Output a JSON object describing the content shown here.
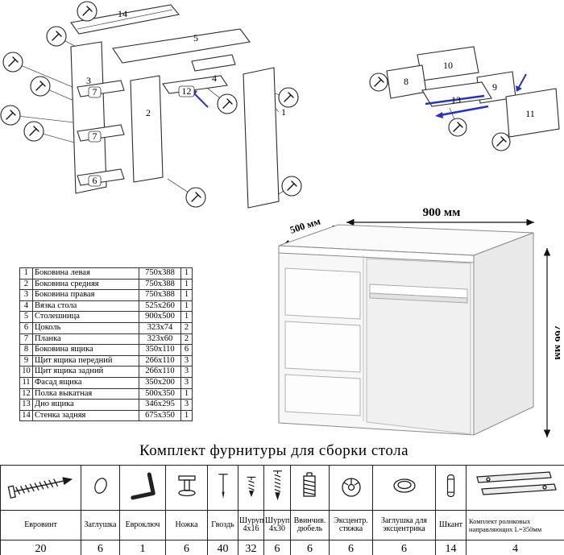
{
  "parts_table": {
    "rows": [
      {
        "num": "1",
        "name": "Боковина левая",
        "size": "750x388",
        "qty": "1"
      },
      {
        "num": "2",
        "name": "Боковина средняя",
        "size": "750x388",
        "qty": "1"
      },
      {
        "num": "3",
        "name": "Боковина правая",
        "size": "750x388",
        "qty": "1"
      },
      {
        "num": "4",
        "name": "Вязка стола",
        "size": "525x260",
        "qty": "1"
      },
      {
        "num": "5",
        "name": "Столешница",
        "size": "900x500",
        "qty": "1"
      },
      {
        "num": "6",
        "name": "Цоколь",
        "size": "323x74",
        "qty": "2"
      },
      {
        "num": "7",
        "name": "Планка",
        "size": "323x60",
        "qty": "2"
      },
      {
        "num": "8",
        "name": "Боковина ящика",
        "size": "350x110",
        "qty": "6"
      },
      {
        "num": "9",
        "name": "Щит ящика передний",
        "size": "266x110",
        "qty": "3"
      },
      {
        "num": "10",
        "name": "Щит ящика задний",
        "size": "266x110",
        "qty": "3"
      },
      {
        "num": "11",
        "name": "Фасад ящика",
        "size": "350x200",
        "qty": "3"
      },
      {
        "num": "12",
        "name": "Полка выкатная",
        "size": "500x350",
        "qty": "1"
      },
      {
        "num": "13",
        "name": "Дно ящика",
        "size": "346x295",
        "qty": "3"
      },
      {
        "num": "14",
        "name": "Стенка задняя",
        "size": "675x350",
        "qty": "1"
      }
    ]
  },
  "dimensions": {
    "width": "900 мм",
    "depth": "500 мм",
    "height": "766 мм"
  },
  "hardware_title": "Комплект фурнитуры для сборки стола",
  "hardware": {
    "items": [
      {
        "name": "Евровинт",
        "qty": "20",
        "icon": "confirmat-screw-icon"
      },
      {
        "name": "Заглушка",
        "qty": "6",
        "icon": "cap-icon"
      },
      {
        "name": "Евроключ",
        "qty": "1",
        "icon": "hex-key-icon"
      },
      {
        "name": "Ножка",
        "qty": "6",
        "icon": "leg-icon"
      },
      {
        "name": "Гвоздь",
        "qty": "40",
        "icon": "nail-icon"
      },
      {
        "name": "Шуруп 4x16",
        "qty": "32",
        "icon": "screw-4x16-icon"
      },
      {
        "name": "Шуруп 4x30",
        "qty": "6",
        "icon": "screw-4x30-icon"
      },
      {
        "name": "Ввинчив. дюбель",
        "qty": "6",
        "icon": "threaded-dowel-icon"
      },
      {
        "name": "Эксцентр. стяжка",
        "qty": "6",
        "icon": "cam-lock-icon"
      },
      {
        "name": "Заглушка для эксцентрика",
        "qty": "6",
        "icon": "cam-cap-icon"
      },
      {
        "name": "Шкант",
        "qty": "14",
        "icon": "wooden-dowel-icon"
      },
      {
        "name": "Комплект роликовых направляющих L=350мм",
        "qty": "4",
        "icon": "roller-guides-icon"
      }
    ]
  },
  "diagram_left": {
    "p1": "1",
    "p2": "2",
    "p3": "3",
    "p4": "4",
    "p5": "5",
    "p6": "6",
    "p7a": "7",
    "p7b": "7",
    "p12": "12",
    "p14": "14"
  },
  "diagram_right": {
    "p8": "8",
    "p9": "9",
    "p10": "10",
    "p11": "11",
    "p13": "13"
  },
  "accent_color": "#2431c9"
}
